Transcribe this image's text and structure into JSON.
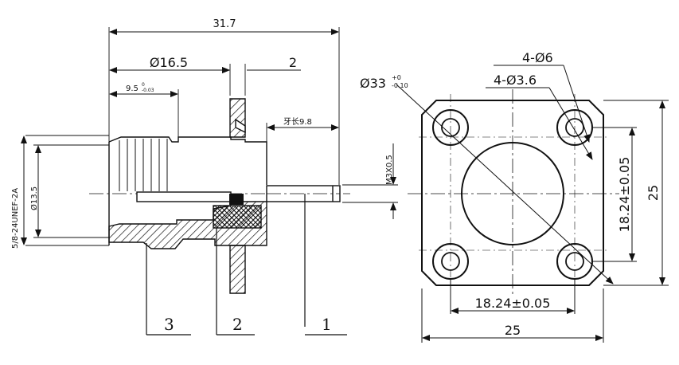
{
  "side_view": {
    "dim_overall": "31.7",
    "dim_flange": "Ø16.5",
    "dim_thickness": "2",
    "dim_front": "9.5",
    "dim_front_tol_upper": "0",
    "dim_front_tol_lower": "-0.03",
    "dim_thread_len": "牙长9.8",
    "dim_pin_thread": "M3X0.5",
    "dim_body_dia": "Ø13.5",
    "thread_spec": "5/8-24UNEF-2A",
    "callout_1": "1",
    "callout_2": "2",
    "callout_3": "3"
  },
  "front_view": {
    "dim_circle": "Ø33",
    "dim_circle_tol_upper": "+0",
    "dim_circle_tol_lower": "-0.10",
    "dim_hole_outer": "4-Ø6",
    "dim_hole_inner": "4-Ø3.6",
    "dim_spacing_v": "18.24±0.05",
    "dim_spacing_h": "18.24±0.05",
    "dim_width": "25",
    "dim_height": "25"
  }
}
